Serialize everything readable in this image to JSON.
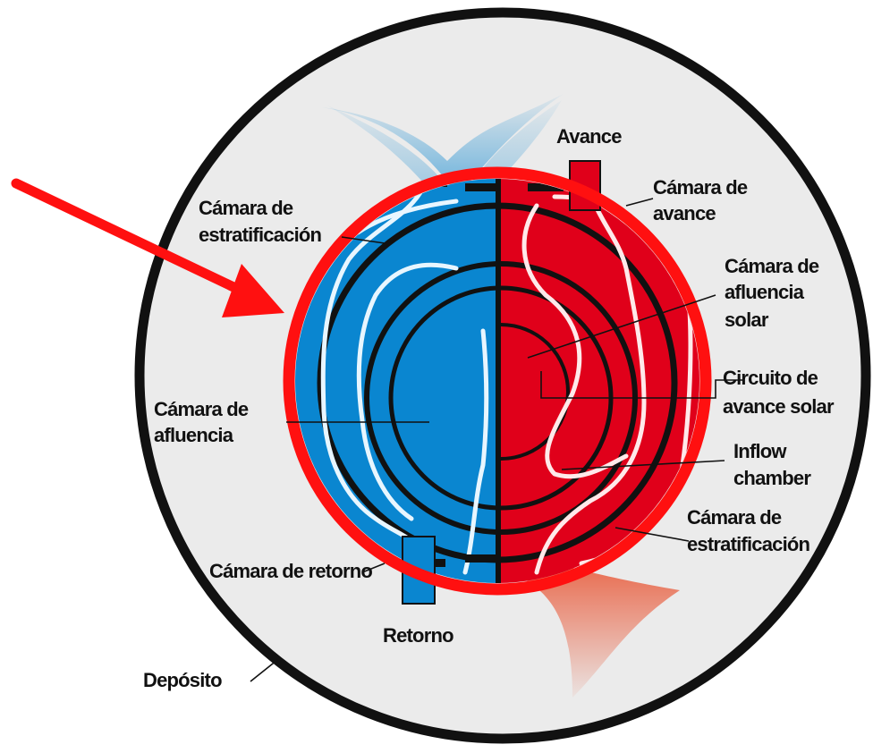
{
  "diagram": {
    "labels": {
      "avance": "Avance",
      "camara_avance_1": "Cámara de",
      "camara_avance_2": "avance",
      "camara_estrat_left_1": "Cámara de",
      "camara_estrat_left_2": "estratificación",
      "camara_afluencia_solar_1": "Cámara de",
      "camara_afluencia_solar_2": "afluencia",
      "camara_afluencia_solar_3": "solar",
      "circuito_1": "Circuito de",
      "circuito_2": "avance solar",
      "camara_afluencia_1": "Cámara de",
      "camara_afluencia_2": "afluencia",
      "inflow_1": "Inflow",
      "inflow_2": "chamber",
      "camara_estrat_right_1": "Cámara de",
      "camara_estrat_right_2": "estratificación",
      "camara_retorno": "Cámara de retorno",
      "retorno": "Retorno",
      "deposito": "Depósito"
    },
    "colors": {
      "cold": "#0a86d0",
      "hot": "#e0001a",
      "highlight_circle": "#ff1010",
      "arrow": "#ff1010",
      "tank": "#ebebeb",
      "outline": "#111111"
    },
    "icons": {
      "pointer": "red-arrow-icon"
    }
  }
}
